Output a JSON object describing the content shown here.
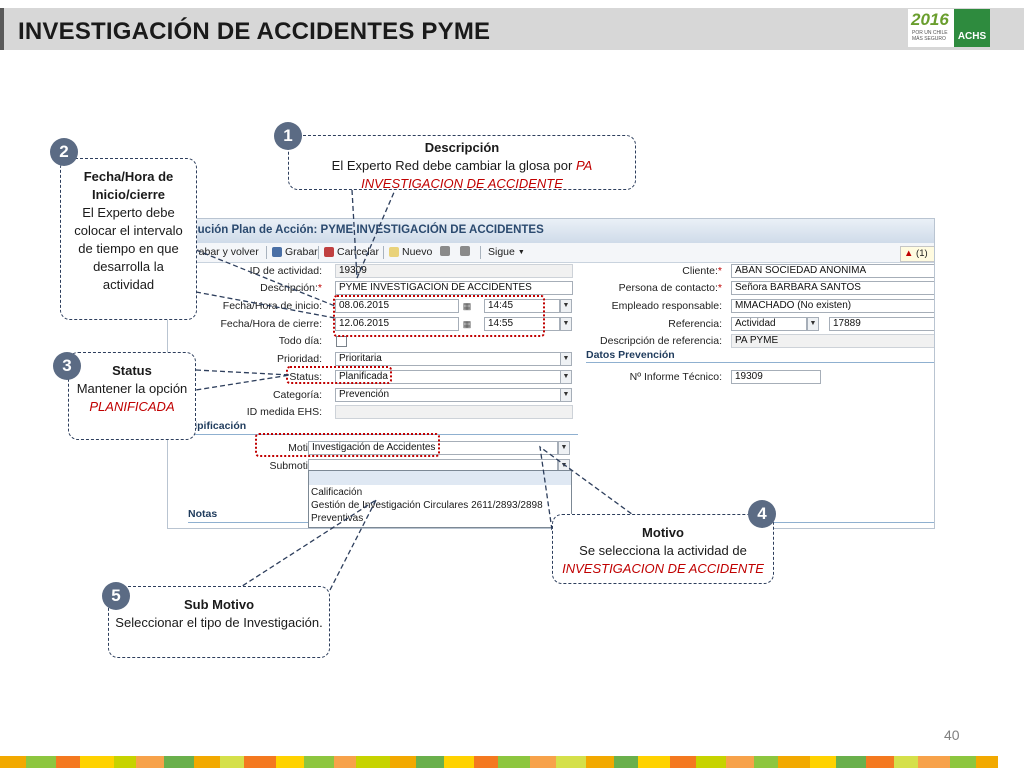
{
  "header": {
    "title": "INVESTIGACIÓN DE ACCIDENTES PYME",
    "logo_year": "2016",
    "logo_sub": "POR UN CHILE MÁS SEGURO",
    "logo_brand": "ACHS"
  },
  "app": {
    "title": "Ejecución Plan de Acción: PYME INVESTIGACIÓN DE ACCIDENTES",
    "toolbar": {
      "save_back": "Grabar y volver",
      "save": "Grabar",
      "cancel": "Cancelar",
      "new": "Nuevo",
      "next": "Sigue",
      "messages": "(1)"
    },
    "left": {
      "id_label": "ID de actividad:",
      "id_value": "19309",
      "desc_label": "Descripción:",
      "desc_value": "PYME INVESTIGACIÓN DE ACCIDENTES",
      "start_label": "Fecha/Hora de inicio:",
      "start_date": "08.06.2015",
      "start_time": "14:45",
      "end_label": "Fecha/Hora de cierre:",
      "end_date": "12.06.2015",
      "end_time": "14:55",
      "allday_label": "Todo día:",
      "priority_label": "Prioridad:",
      "priority_value": "Prioritaria",
      "status_label": "Status:",
      "status_value": "Planificada",
      "category_label": "Categoría:",
      "category_value": "Prevención",
      "ehs_label": "ID medida EHS:"
    },
    "tipificacion": {
      "title": "Tipificación",
      "motive_label": "Motivo:",
      "motive_value": "Investigación de Accidentes",
      "submotive_label": "Submotivo:"
    },
    "submotive_options": [
      "Calificación",
      "Gestión de Investigación Circulares 2611/2893/2898",
      "Preventivas"
    ],
    "notes_title": "Notas",
    "right": {
      "client_label": "Cliente:",
      "client_value": "ABAN SOCIEDAD ANONIMA",
      "contact_label": "Persona de contacto:",
      "contact_value": "Señora BARBARA SANTOS",
      "employee_label": "Empleado responsable:",
      "employee_value": "MMACHADO (No existen)",
      "ref_label": "Referencia:",
      "ref_type": "Actividad",
      "ref_value": "17889",
      "refdesc_label": "Descripción de referencia:",
      "refdesc_value": "PA PYME",
      "prev_title": "Datos Prevención",
      "report_label": "Nº Informe Técnico:",
      "report_value": "19309"
    }
  },
  "callouts": {
    "c1": {
      "num": "1",
      "title": "Descripción",
      "text": "El Experto Red debe cambiar la glosa por",
      "red1": "PA",
      "red2": "INVESTIGACION DE ACCIDENTE"
    },
    "c2": {
      "num": "2",
      "title": "Fecha/Hora de Inicio/cierre",
      "text": "El Experto debe colocar el intervalo de tiempo en que desarrolla la actividad"
    },
    "c3": {
      "num": "3",
      "title": "Status",
      "text": "Mantener la opción",
      "red": "PLANIFICADA"
    },
    "c4": {
      "num": "4",
      "title": "Motivo",
      "text": "Se selecciona la actividad de",
      "red": "INVESTIGACION DE ACCIDENTE"
    },
    "c5": {
      "num": "5",
      "title": "Sub Motivo",
      "text": "Seleccionar el tipo de Investigación."
    }
  },
  "page_number": "40",
  "colors": {
    "accent": "#5b6b84",
    "highlight": "#c00000",
    "header_bg": "#d7d7d7"
  }
}
